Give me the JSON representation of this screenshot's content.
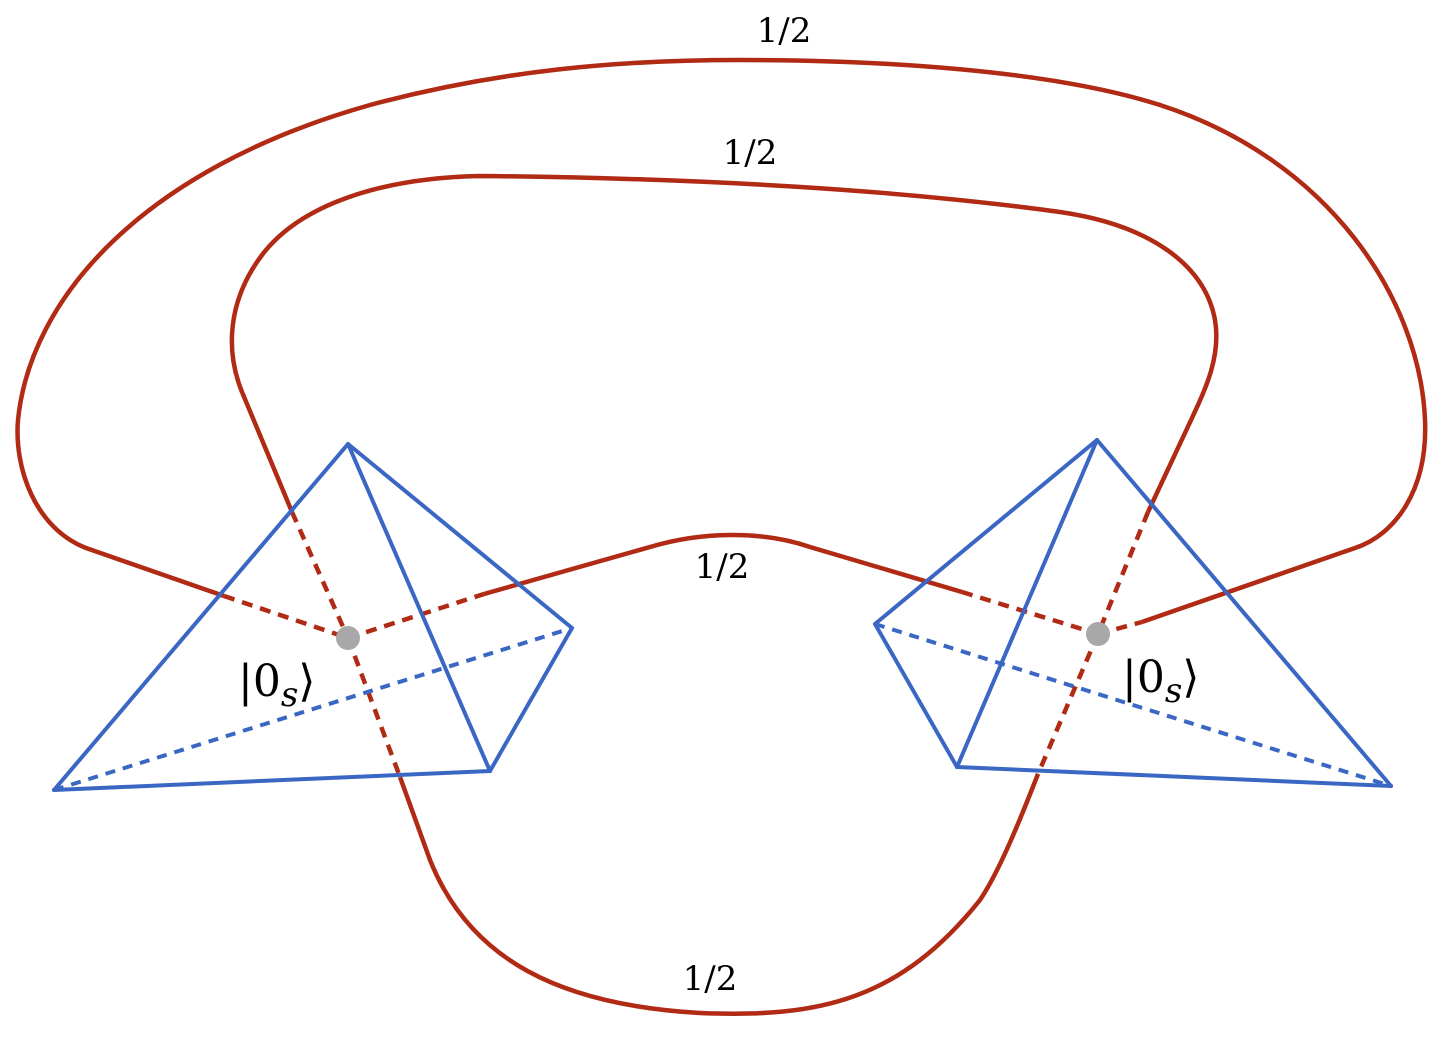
{
  "colors": {
    "link": "#B02A14",
    "tetrahedron": "#3A67C3",
    "vertex": "#A8A8A8",
    "text": "#000000",
    "background": "#FFFFFF"
  },
  "edge_labels": {
    "outer_top": "1/2",
    "inner_top": "1/2",
    "middle": "1/2",
    "bottom": "1/2"
  },
  "states": {
    "left": {
      "open": "|0",
      "sub": "s",
      "close": "⟩"
    },
    "right": {
      "open": "|0",
      "sub": "s",
      "close": "⟩"
    }
  }
}
